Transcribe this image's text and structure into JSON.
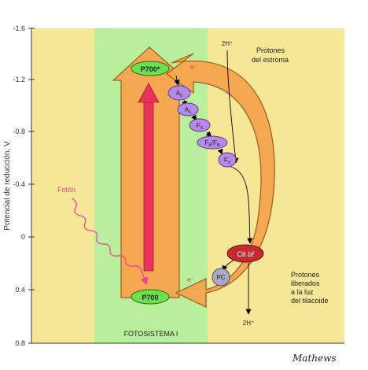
{
  "axis": {
    "label": "Potencial de reducción, V",
    "ticks": [
      "-1.6",
      "-1.2",
      "-0.8",
      "-0.4",
      "0",
      "0.4",
      "0.8"
    ]
  },
  "band_label": "FOTOSISTEMA I",
  "p700_star": "P700*",
  "p700": "P700",
  "photon_label": "Fotón",
  "electron": "e⁻",
  "carriers": {
    "a0": {
      "base": "A",
      "sub": "0"
    },
    "a1": {
      "base": "A",
      "sub": "1"
    },
    "fx": {
      "base": "F",
      "sub": "X"
    },
    "fab": {
      "base1": "F",
      "sub1": "A",
      "sep": "/",
      "base2": "F",
      "sub2": "B"
    },
    "fd": {
      "base": "F",
      "sub": "d"
    },
    "cit": {
      "prefix": "Cit ",
      "italic": "bf"
    },
    "pc": "PC"
  },
  "proton_top": "2H⁺",
  "proton_bottom": "2H⁺",
  "stroma_label": [
    "Protones",
    "del estroma"
  ],
  "lumen_label": [
    "Protones",
    "liberados",
    "a la luz",
    "del tilacoide"
  ],
  "credit": "Mathews",
  "colors": {
    "background": "#f5e795",
    "band": "#b9ef9c",
    "arrow": "#f3a851",
    "arrow_edge": "#9b5b1a",
    "red_arrow": "#e9345a",
    "green_disc": "#6ee04a",
    "purple": "#b58ae8",
    "red_oval": "#c42a2e",
    "pc_gray": "#a8aac6",
    "photon": "#f0409a"
  }
}
